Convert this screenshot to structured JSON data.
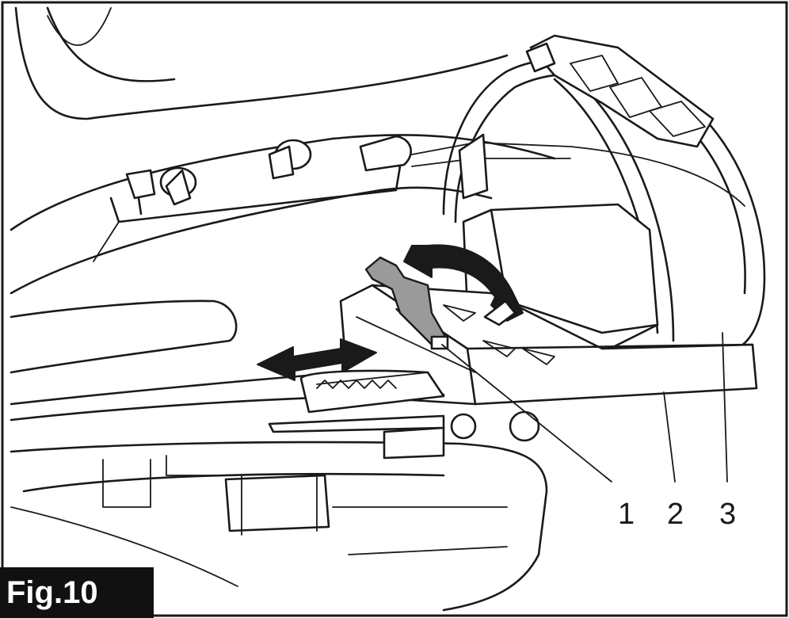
{
  "figure": {
    "label": "Fig.10"
  },
  "callouts": [
    {
      "id": "1",
      "text": "1"
    },
    {
      "id": "2",
      "text": "2"
    },
    {
      "id": "3",
      "text": "3"
    }
  ],
  "colors": {
    "line": "#1a1a1a",
    "shade": "#9a9a9a",
    "label_bg": "#111111",
    "label_text": "#ffffff",
    "background": "#ffffff"
  }
}
